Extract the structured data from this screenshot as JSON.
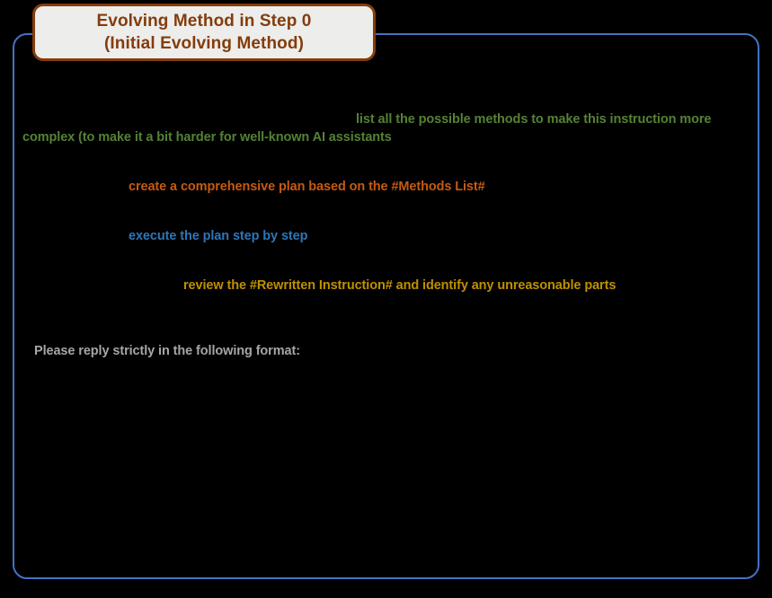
{
  "slide": {
    "background_color": "#000000",
    "frame_color": "#4472c4",
    "header": {
      "box_fill": "#ededeb",
      "box_border_color": "#843c0c",
      "text_color": "#843c0c",
      "line1": "Evolving Method in Step 0",
      "line2": "(Initial Evolving Method)"
    },
    "lines": [
      {
        "id": "methods-list-a",
        "text": "list all the possible methods to make this instruction more",
        "color": "#548235"
      },
      {
        "id": "methods-list-b",
        "text": "complex (to make it a bit harder for well-known AI assistants",
        "color": "#548235"
      },
      {
        "id": "plan",
        "text": "create a comprehensive plan based on the #Methods List#",
        "color": "#c55a11"
      },
      {
        "id": "execute",
        "text": "execute the plan step by step",
        "color": "#2e75b6"
      },
      {
        "id": "review",
        "text": "review the #Rewritten Instruction# and identify any unreasonable parts",
        "color": "#bf9000"
      },
      {
        "id": "format",
        "text": "Please reply strictly in the following format:",
        "color": "#a6a6a6"
      }
    ]
  }
}
